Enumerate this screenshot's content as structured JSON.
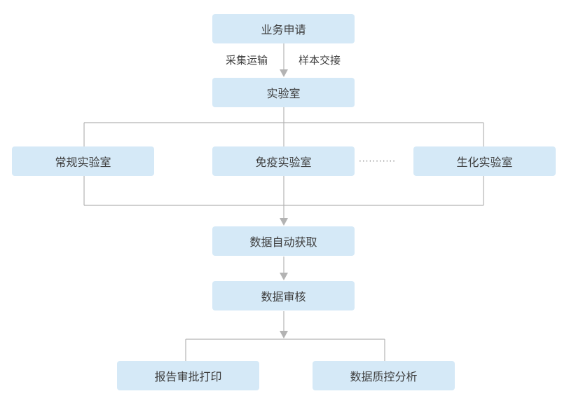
{
  "nodes": {
    "business_application": "业务申请",
    "laboratory": "实验室",
    "routine_lab": "常规实验室",
    "immunology_lab": "免疫实验室",
    "biochemistry_lab": "生化实验室",
    "auto_data_acquisition": "数据自动获取",
    "data_review": "数据审核",
    "report_approval_print": "报告审批打印",
    "data_qc_analysis": "数据质控分析"
  },
  "edge_labels": {
    "left": "采集运输",
    "right": "样本交接"
  },
  "ellipsis": "···········",
  "colors": {
    "node_fill": "#d5e9f7",
    "line": "#b3b3b3",
    "text": "#3d3d3d"
  }
}
